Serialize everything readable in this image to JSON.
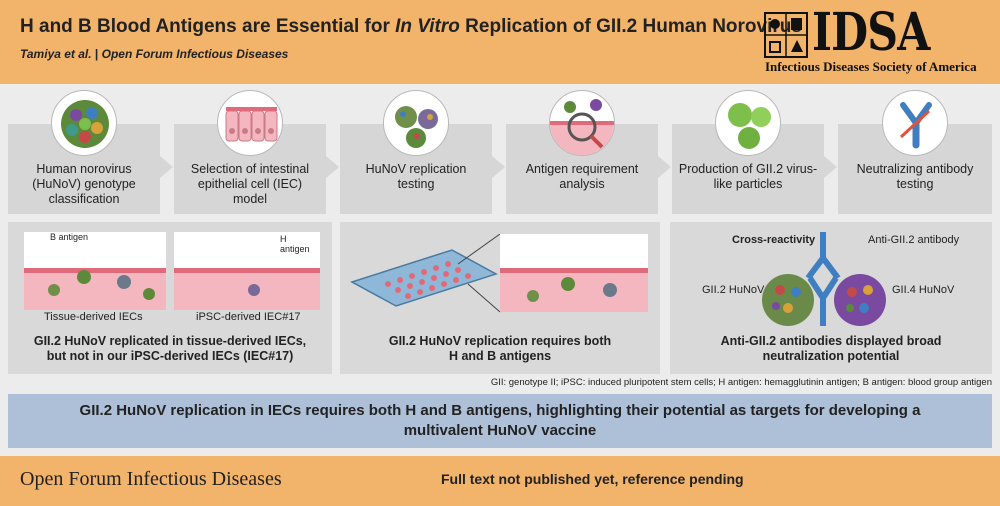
{
  "header": {
    "title_before": "H and B Blood Antigens are Essential for ",
    "title_italic": "In Vitro",
    "title_after": " Replication of GII.2 Human Norovirus",
    "authors": "Tamiya et al.",
    "separator": " | ",
    "journal_italic": "Open Forum Infectious Diseases",
    "logo_text": "IDSA",
    "logo_subtitle": "Infectious Diseases Society of America"
  },
  "steps": [
    {
      "label": "Human norovirus (HuNoV) genotype classification",
      "icon": "norovirus-particle-icon"
    },
    {
      "label": "Selection of intestinal epithelial cell (IEC) model",
      "icon": "epithelial-cells-icon"
    },
    {
      "label": "HuNoV replication testing",
      "icon": "virus-particles-icon"
    },
    {
      "label": "Antigen requirement analysis",
      "icon": "magnifier-cells-icon"
    },
    {
      "label": "Production of GII.2 virus-like particles",
      "icon": "virus-like-particles-icon"
    },
    {
      "label": "Neutralizing antibody testing",
      "icon": "antibody-icon"
    }
  ],
  "panels": {
    "left": {
      "b_antigen": "B antigen",
      "h_antigen": "H antigen",
      "tissue_label": "Tissue-derived IECs",
      "ipsc_label": "iPSC-derived IEC#17",
      "caption_line1": "GII.2 HuNoV replicated in tissue-derived IECs,",
      "caption_line2": "but not in our iPSC-derived IECs (IEC#17)"
    },
    "middle": {
      "caption_line1": "GII.2 HuNoV replication requires both",
      "caption_line2": "H and B antigens"
    },
    "right": {
      "cross_reactivity": "Cross-reactivity",
      "antibody_label": "Anti-GII.2 antibody",
      "gii2_label": "GII.2 HuNoV",
      "gii4_label": "GII.4 HuNoV",
      "caption_line1": "Anti-GII.2 antibodies displayed broad",
      "caption_line2": "neutralization potential"
    }
  },
  "footnote": "GII: genotype II; iPSC: induced pluripotent stem cells; H antigen: hemagglutinin antigen; B antigen: blood group antigen",
  "conclusion": {
    "line1": "GII.2 HuNoV replication in IECs requires both H and B antigens, highlighting their potential as targets for developing a",
    "line2": "multivalent HuNoV vaccine"
  },
  "footer": {
    "journal": "Open Forum Infectious Diseases",
    "status": "Full text not published yet, reference pending"
  },
  "colors": {
    "header_bg": "#f2b36a",
    "panel_bg": "#d9d9d9",
    "conclusion_bg": "#adc0d8",
    "cell_pink": "#f4b6bf",
    "virus_green": "#7dbf4a",
    "virus_purple": "#7a4aa0",
    "antibody_blue": "#3f7fc1"
  }
}
